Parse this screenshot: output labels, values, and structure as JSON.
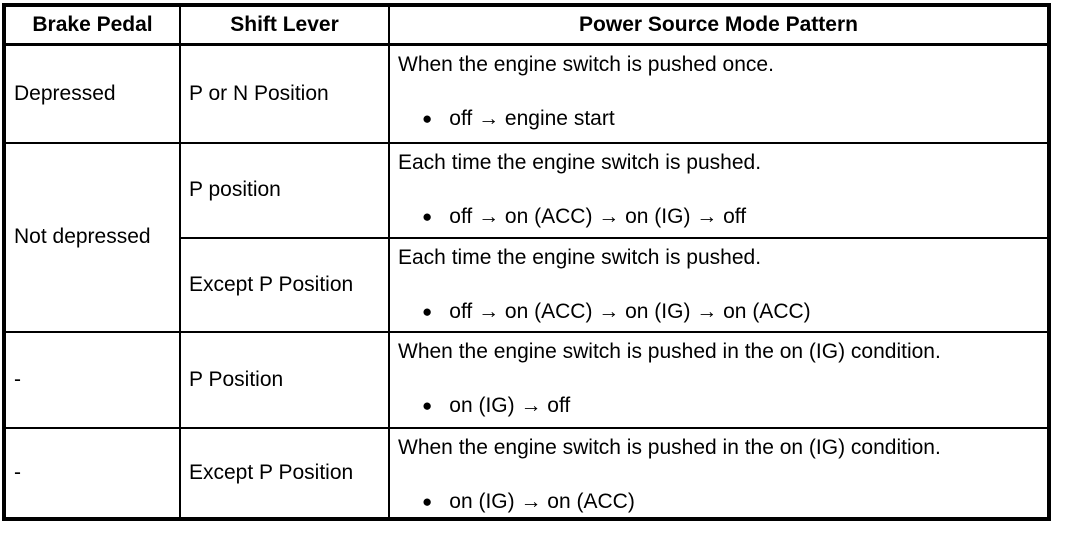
{
  "colors": {
    "text": "#000000",
    "background": "#ffffff",
    "border": "#000000"
  },
  "table": {
    "bullet": "●",
    "headers": [
      "Brake Pedal",
      "Shift Lever",
      "Power Source Mode Pattern"
    ],
    "rows": [
      {
        "brake_pedal": "Depressed",
        "shift_lever": "P or N Position",
        "condition": "When the engine switch is pushed once.",
        "sequence": "off → engine start"
      },
      {
        "brake_pedal": "Not depressed",
        "shift_lever": "P position",
        "condition": "Each time the engine switch is pushed.",
        "sequence": "off → on (ACC) → on (IG) → off"
      },
      {
        "shift_lever": "Except P Position",
        "condition": "Each time the engine switch is pushed.",
        "sequence": "off → on (ACC) → on (IG) → on (ACC)"
      },
      {
        "brake_pedal": "-",
        "shift_lever": "P Position",
        "condition": "When the engine switch is pushed in the on (IG) condition.",
        "sequence": "on (IG) → off"
      },
      {
        "brake_pedal": "-",
        "shift_lever": "Except P Position",
        "condition": "When the engine switch is pushed in the on (IG) condition.",
        "sequence": "on (IG) → on (ACC)"
      }
    ]
  }
}
